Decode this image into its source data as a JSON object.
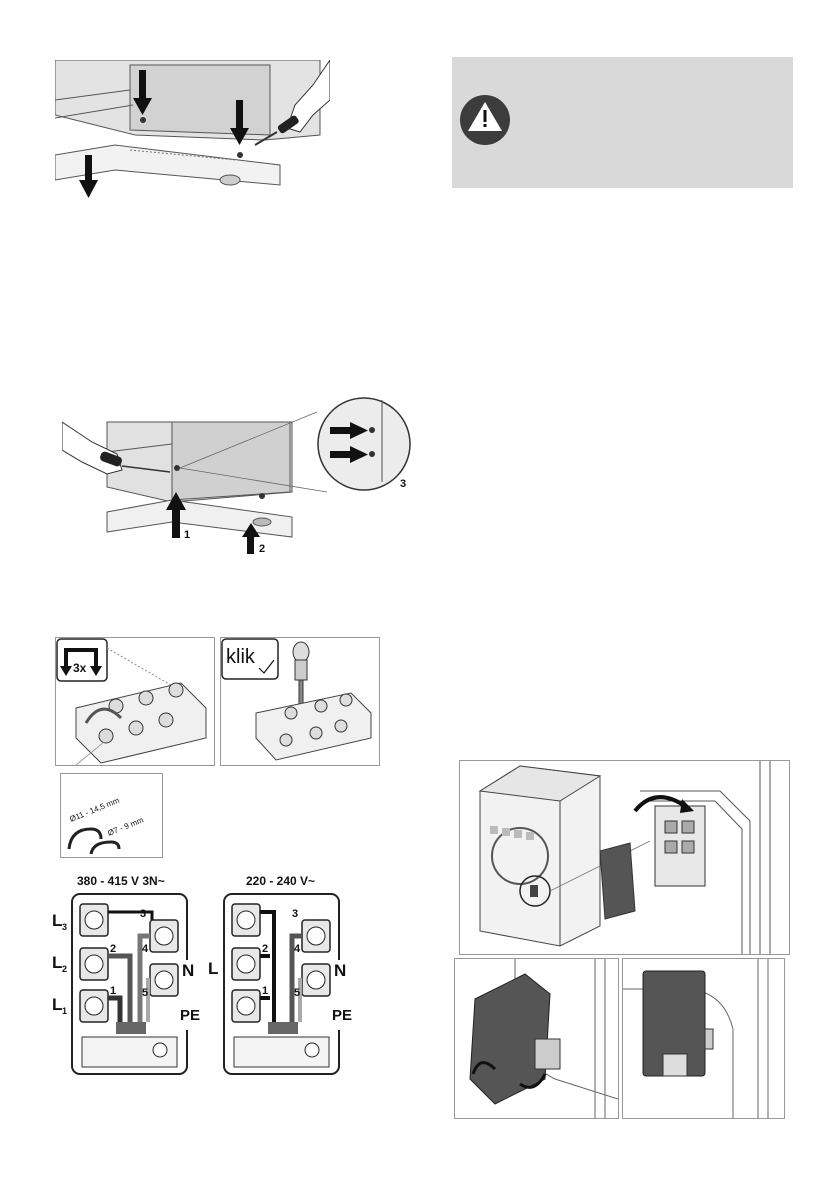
{
  "fig_callouts": {
    "label_1": "1",
    "label_2": "2",
    "label_3": "3"
  },
  "connect": {
    "bend_label": "3x",
    "click_label": "klik",
    "dia_outer": "Ø11 - 14,5 mm",
    "dia_inner": "Ø7 - 9 mm"
  },
  "wiring": {
    "three_phase_title": "380 - 415 V 3N~",
    "single_phase_title": "220 - 240 V~",
    "L3": "L",
    "L3_sub": "3",
    "L2": "L",
    "L2_sub": "2",
    "L1": "L",
    "L1_sub": "1",
    "L": "L",
    "N": "N",
    "PE": "PE",
    "t1": "1",
    "t2": "2",
    "t3": "3",
    "t4": "4",
    "t5": "5"
  },
  "warning": {
    "icon": "warning-triangle-icon",
    "bg_color": "#d9d9d9",
    "icon_color": "#3c3c3c"
  }
}
